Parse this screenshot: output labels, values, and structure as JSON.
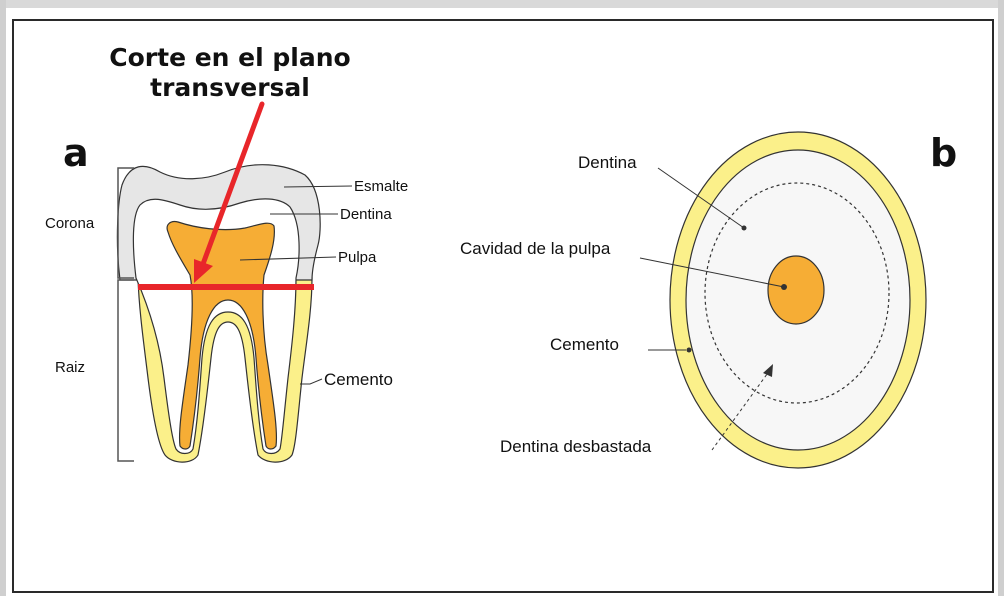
{
  "title": {
    "line1": "Corte en el plano",
    "line2": "transversal"
  },
  "panel_a": {
    "letter": "a",
    "labels": {
      "esmalte": "Esmalte",
      "dentina": "Dentina",
      "pulpa": "Pulpa",
      "cemento": "Cemento",
      "corona": "Corona",
      "raiz": "Raiz"
    }
  },
  "panel_b": {
    "letter": "b",
    "labels": {
      "dentina": "Dentina",
      "cavidad": "Cavidad de la pulpa",
      "cemento": "Cemento",
      "desbastada": "Dentina desbastada"
    }
  },
  "colors": {
    "enamel": "#e6e6e6",
    "dentin": "#ffffff",
    "pulp": "#f6ad35",
    "cementum": "#fbf08a",
    "cut_line": "#e8262a",
    "outline": "#333333"
  }
}
